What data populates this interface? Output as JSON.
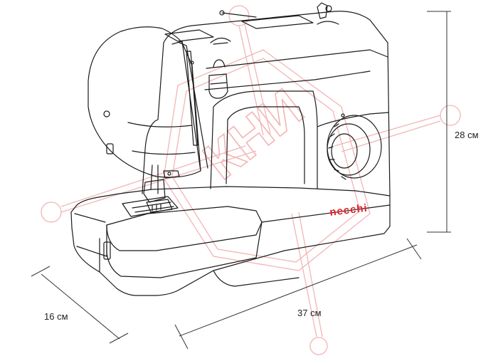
{
  "brand": {
    "name": "necchi",
    "color": "#e0242a"
  },
  "dimensions": {
    "height": "28 см",
    "width": "37 см",
    "depth": "16 см"
  },
  "watermark": {
    "text": "КНИ",
    "color": "#f3b5b5"
  },
  "colors": {
    "line": "#1a1a1a",
    "dimension_line": "#333333",
    "background": "#ffffff"
  }
}
